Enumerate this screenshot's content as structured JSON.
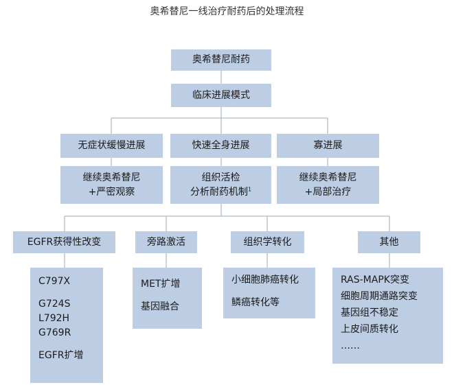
{
  "title": "奥希替尼一线治疗耐药后的处理流程",
  "root": "奥希替尼耐药",
  "mode": "临床进展模式",
  "progression": [
    {
      "label": "无症状缓慢进展",
      "action": [
        "继续奥希替尼",
        "+严密观察"
      ]
    },
    {
      "label": "快速全身进展",
      "action": [
        "组织活检",
        "分析耐药机制",
        "1"
      ]
    },
    {
      "label": "寡进展",
      "action": [
        "继续奥希替尼",
        "+局部治疗"
      ]
    }
  ],
  "mechanisms": [
    {
      "label": "EGFR获得性改变",
      "items": [
        "C797X",
        "G724S",
        "L792H",
        "G769R",
        "EGFR扩增"
      ]
    },
    {
      "label": "旁路激活",
      "items": [
        "MET扩增",
        "基因融合"
      ]
    },
    {
      "label": "组织学转化",
      "items": [
        "小细胞肺癌转化",
        "鳞癌转化等"
      ]
    },
    {
      "label": "其他",
      "items": [
        "RAS-MAPK突变",
        "细胞周期通路突变",
        "基因组不稳定",
        "上皮间质转化",
        "……"
      ]
    }
  ],
  "colors": {
    "box": "#bccde4",
    "line": "#9aa8b8"
  }
}
